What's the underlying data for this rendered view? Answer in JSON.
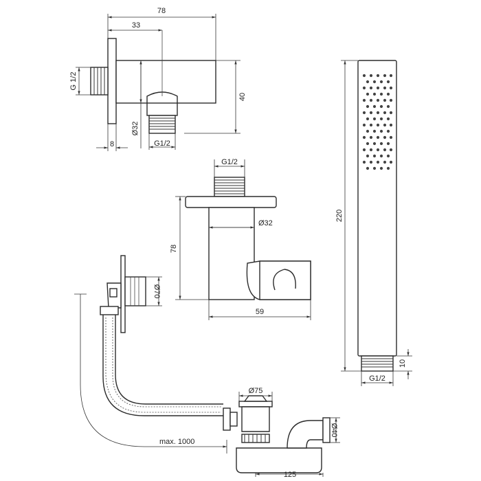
{
  "wall_outlet": {
    "dim_total_depth": "78",
    "dim_outlet_offset": "33",
    "dim_height": "40",
    "dim_flange": "8",
    "dim_outlet_dia": "Ø32",
    "dim_outlet_thread": "G1/2",
    "dim_inlet_thread": "G 1/2"
  },
  "holder": {
    "dim_top_thread": "G1/2",
    "dim_body_dia": "Ø32",
    "dim_height": "78",
    "dim_depth": "59"
  },
  "hand_shower": {
    "dim_length": "220",
    "dim_thread_length": "10",
    "dim_thread": "G1/2"
  },
  "drain": {
    "dim_overflow_dia": "Ø70",
    "dim_plug_dia": "Ø75",
    "dim_outlet_dia": "Ø40",
    "dim_max_length": "max. 1000",
    "dim_width": "125"
  }
}
